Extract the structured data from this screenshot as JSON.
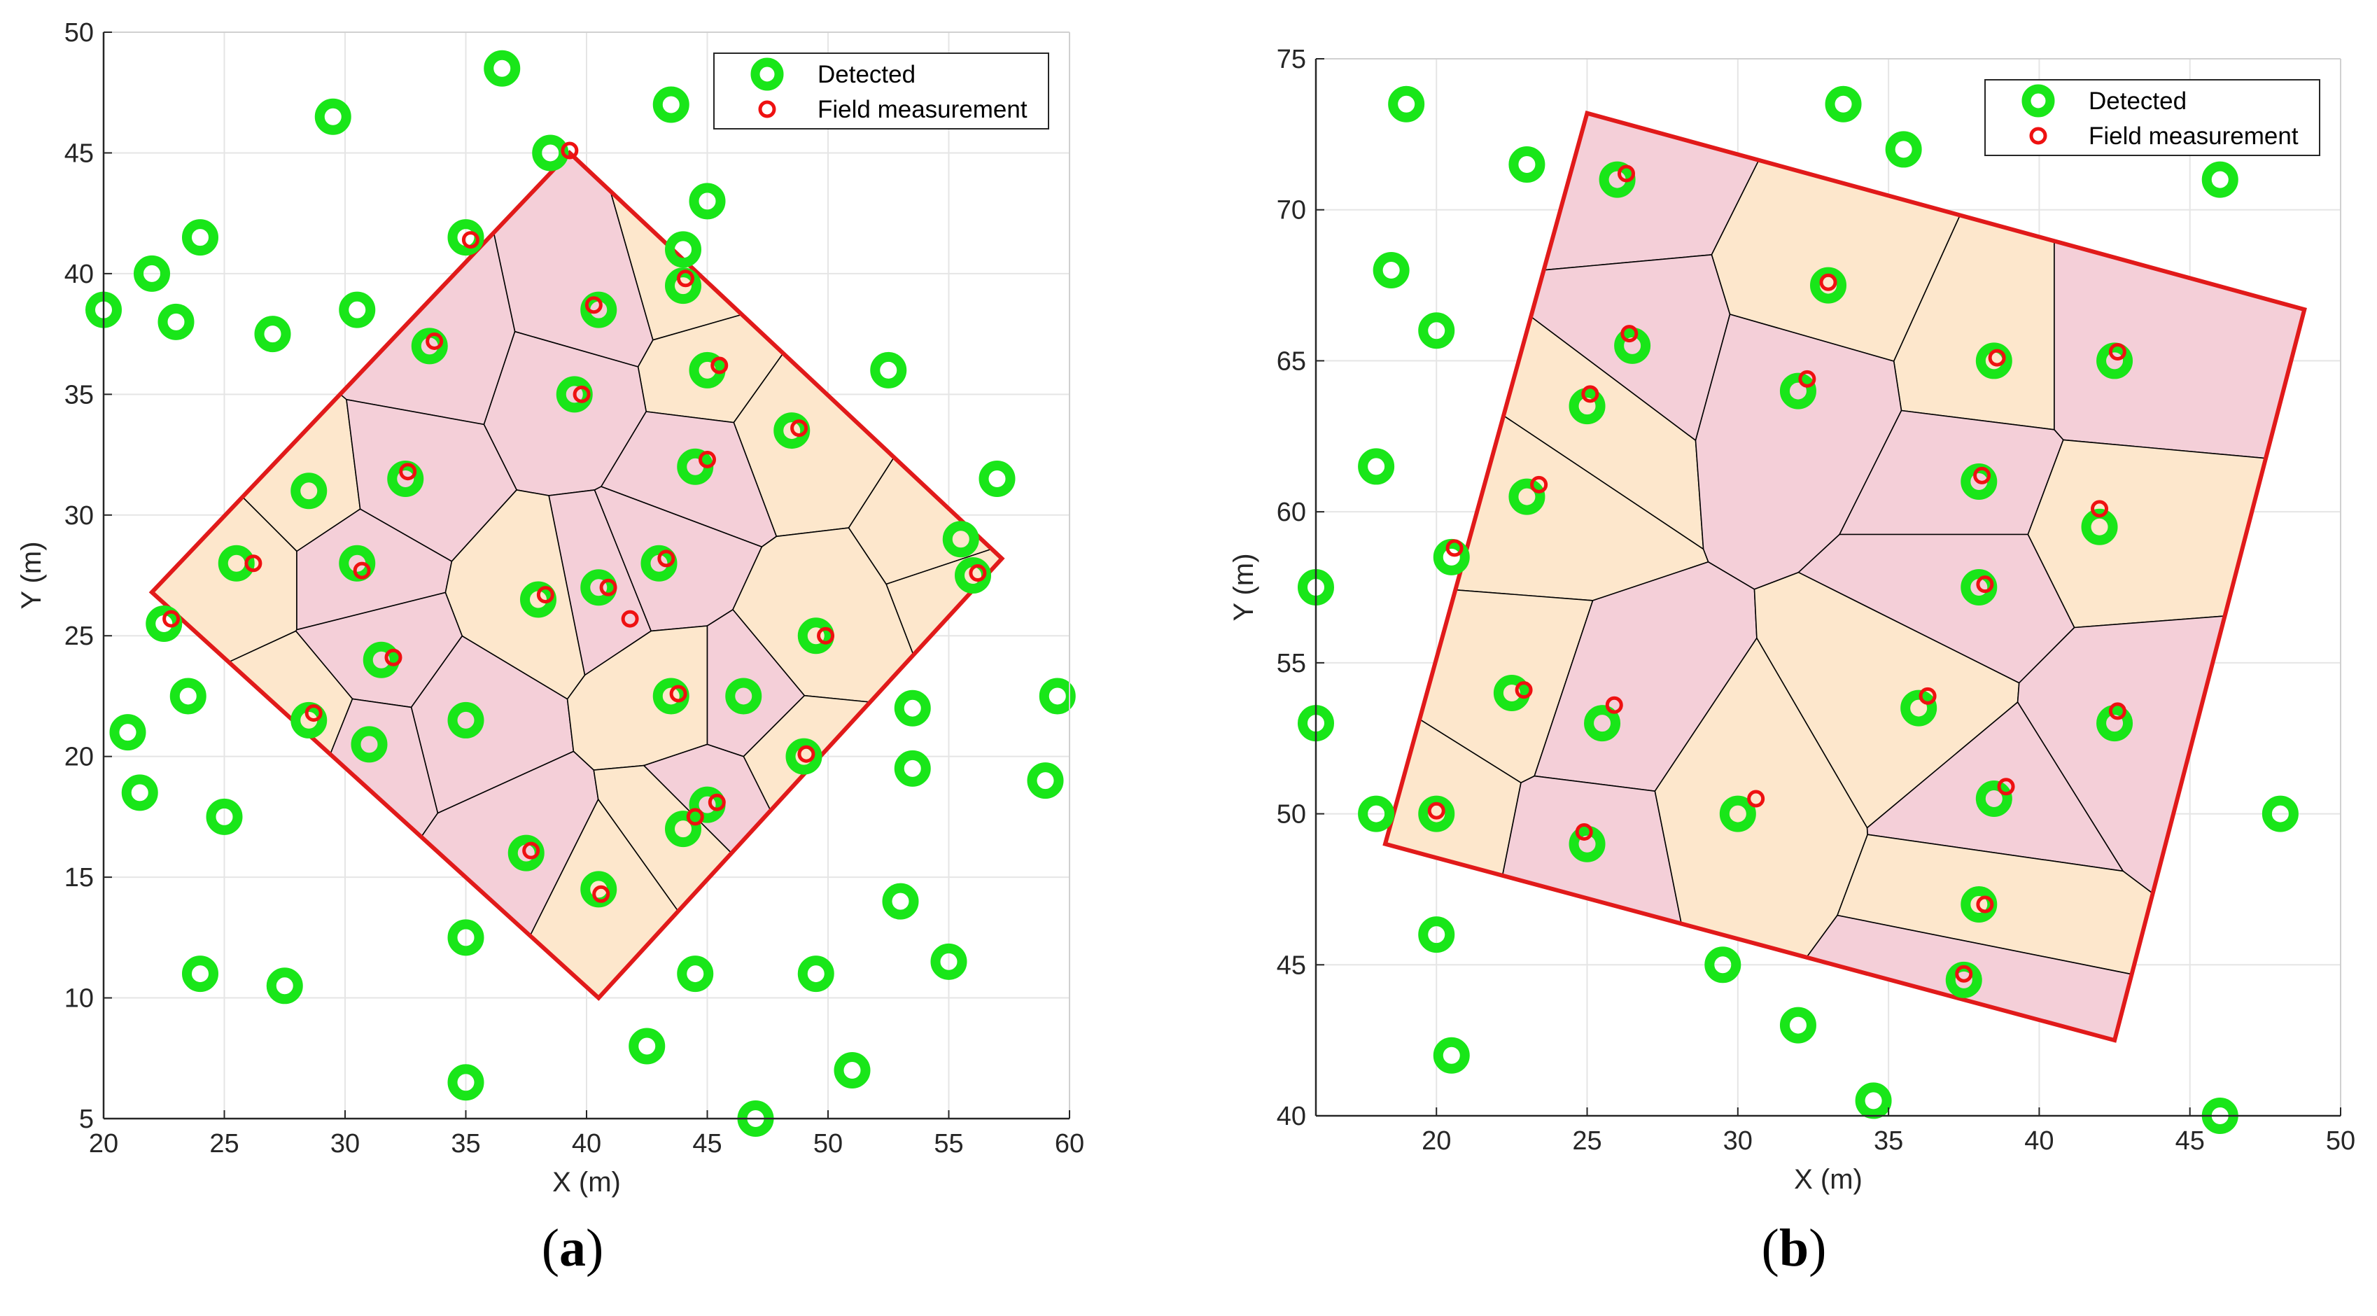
{
  "colors": {
    "detected": "#19e619",
    "field": "#ee1111",
    "boundary": "#e11a1a",
    "cell_edge": "#000000",
    "grid": "#e5e5e5",
    "cell_fills": [
      "#f4cfd8",
      "#c6e1f1",
      "#dce9cc",
      "#fde7cc",
      "#ead8ea",
      "#d4f1fa",
      "#fadccf"
    ]
  },
  "chart_data": [
    {
      "type": "scatter",
      "panel_label": "a",
      "title": "",
      "xlabel": "X (m)",
      "ylabel": "Y (m)",
      "xlim": [
        20,
        60
      ],
      "ylim": [
        5,
        50
      ],
      "xticks": [
        "20",
        "25",
        "30",
        "35",
        "40",
        "45",
        "50",
        "55",
        "60"
      ],
      "yticks": [
        "5",
        "10",
        "15",
        "20",
        "25",
        "30",
        "35",
        "40",
        "45",
        "50"
      ],
      "grid": true,
      "legend_position": "top-right",
      "boundary": [
        [
          22,
          26.8
        ],
        [
          39.3,
          45
        ],
        [
          57.2,
          28.2
        ],
        [
          40.5,
          10
        ]
      ],
      "series": [
        {
          "name": "Detected",
          "marker": "ring",
          "points": [
            [
              36.5,
              48.5
            ],
            [
              29.5,
              46.5
            ],
            [
              43.5,
              47
            ],
            [
              38.5,
              45
            ],
            [
              45,
              43
            ],
            [
              35,
              41.5
            ],
            [
              44,
              41
            ],
            [
              24,
              41.5
            ],
            [
              22,
              40
            ],
            [
              20,
              38.5
            ],
            [
              23,
              38
            ],
            [
              27,
              37.5
            ],
            [
              30.5,
              38.5
            ],
            [
              40.5,
              38.5
            ],
            [
              44,
              39.5
            ],
            [
              33.5,
              37
            ],
            [
              45,
              36
            ],
            [
              39.5,
              35
            ],
            [
              52.5,
              36
            ],
            [
              48.5,
              33.5
            ],
            [
              44.5,
              32
            ],
            [
              57,
              31.5
            ],
            [
              28.5,
              31
            ],
            [
              32.5,
              31.5
            ],
            [
              25.5,
              28
            ],
            [
              30.5,
              28
            ],
            [
              55.5,
              29
            ],
            [
              40.5,
              27
            ],
            [
              38,
              26.5
            ],
            [
              43,
              28
            ],
            [
              56,
              27.5
            ],
            [
              22.5,
              25.5
            ],
            [
              31.5,
              24
            ],
            [
              49.5,
              25
            ],
            [
              23.5,
              22.5
            ],
            [
              35,
              21.5
            ],
            [
              28.5,
              21.5
            ],
            [
              31,
              20.5
            ],
            [
              43.5,
              22.5
            ],
            [
              46.5,
              22.5
            ],
            [
              53.5,
              22
            ],
            [
              59.5,
              22.5
            ],
            [
              21,
              21
            ],
            [
              21.5,
              18.5
            ],
            [
              25,
              17.5
            ],
            [
              49,
              20
            ],
            [
              53.5,
              19.5
            ],
            [
              59,
              19
            ],
            [
              37.5,
              16
            ],
            [
              44,
              17
            ],
            [
              45,
              18
            ],
            [
              40.5,
              14.5
            ],
            [
              53,
              14
            ],
            [
              35,
              12.5
            ],
            [
              24,
              11
            ],
            [
              27.5,
              10.5
            ],
            [
              44.5,
              11
            ],
            [
              49.5,
              11
            ],
            [
              55,
              11.5
            ],
            [
              42.5,
              8
            ],
            [
              51,
              7
            ],
            [
              35,
              6.5
            ],
            [
              47,
              5
            ]
          ]
        },
        {
          "name": "Field measurement",
          "marker": "ring",
          "points": [
            [
              39.3,
              45.1
            ],
            [
              35.2,
              41.4
            ],
            [
              44.1,
              39.8
            ],
            [
              40.3,
              38.7
            ],
            [
              33.7,
              37.2
            ],
            [
              45.5,
              36.2
            ],
            [
              39.8,
              35
            ],
            [
              48.8,
              33.6
            ],
            [
              45,
              32.3
            ],
            [
              32.6,
              31.8
            ],
            [
              26.2,
              28
            ],
            [
              30.7,
              27.7
            ],
            [
              43.3,
              28.2
            ],
            [
              38.3,
              26.7
            ],
            [
              40.9,
              27
            ],
            [
              56.2,
              27.6
            ],
            [
              41.8,
              25.7
            ],
            [
              22.8,
              25.7
            ],
            [
              32,
              24.1
            ],
            [
              49.9,
              25
            ],
            [
              43.8,
              22.6
            ],
            [
              28.7,
              21.8
            ],
            [
              49.1,
              20.1
            ],
            [
              37.7,
              16.1
            ],
            [
              45.4,
              18.1
            ],
            [
              44.5,
              17.5
            ],
            [
              40.6,
              14.3
            ]
          ]
        }
      ]
    },
    {
      "type": "scatter",
      "panel_label": "b",
      "title": "",
      "xlabel": "X (m)",
      "ylabel": "Y (m)",
      "xlim": [
        16,
        50
      ],
      "ylim": [
        40,
        75
      ],
      "xticks": [
        "20",
        "25",
        "30",
        "35",
        "40",
        "45",
        "50"
      ],
      "yticks": [
        "40",
        "45",
        "50",
        "55",
        "60",
        "65",
        "70",
        "75"
      ],
      "grid": true,
      "legend_position": "top-right",
      "boundary": [
        [
          25,
          73.2
        ],
        [
          48.8,
          66.7
        ],
        [
          42.5,
          42.5
        ],
        [
          18.3,
          49
        ]
      ],
      "series": [
        {
          "name": "Detected",
          "marker": "ring",
          "points": [
            [
              19,
              73.5
            ],
            [
              33.5,
              73.5
            ],
            [
              35.5,
              72
            ],
            [
              23,
              71.5
            ],
            [
              26,
              71
            ],
            [
              46,
              71
            ],
            [
              18.5,
              68
            ],
            [
              33,
              67.5
            ],
            [
              20,
              66
            ],
            [
              26.5,
              65.5
            ],
            [
              38.5,
              65
            ],
            [
              42.5,
              65
            ],
            [
              25,
              63.5
            ],
            [
              32,
              64
            ],
            [
              18,
              61.5
            ],
            [
              23,
              60.5
            ],
            [
              38,
              61
            ],
            [
              42,
              59.5
            ],
            [
              16,
              57.5
            ],
            [
              20.5,
              58.5
            ],
            [
              38,
              57.5
            ],
            [
              22.5,
              54
            ],
            [
              16,
              53
            ],
            [
              25.5,
              53
            ],
            [
              36,
              53.5
            ],
            [
              42.5,
              53
            ],
            [
              18,
              50
            ],
            [
              20,
              50
            ],
            [
              25,
              49
            ],
            [
              30,
              50
            ],
            [
              38.5,
              50.5
            ],
            [
              48,
              50
            ],
            [
              38,
              47
            ],
            [
              20,
              46
            ],
            [
              29.5,
              45
            ],
            [
              37.5,
              44.5
            ],
            [
              32,
              43
            ],
            [
              20.5,
              42
            ],
            [
              34.5,
              40.5
            ],
            [
              46,
              40
            ]
          ]
        },
        {
          "name": "Field measurement",
          "marker": "ring",
          "points": [
            [
              26.3,
              71.2
            ],
            [
              33,
              67.6
            ],
            [
              26.4,
              65.9
            ],
            [
              38.6,
              65.1
            ],
            [
              42.6,
              65.3
            ],
            [
              25.1,
              63.9
            ],
            [
              32.3,
              64.4
            ],
            [
              23.4,
              60.9
            ],
            [
              38.1,
              61.2
            ],
            [
              42,
              60.1
            ],
            [
              20.6,
              58.8
            ],
            [
              38.2,
              57.6
            ],
            [
              22.9,
              54.1
            ],
            [
              25.9,
              53.6
            ],
            [
              36.3,
              53.9
            ],
            [
              42.6,
              53.4
            ],
            [
              20,
              50.1
            ],
            [
              30.6,
              50.5
            ],
            [
              38.9,
              50.9
            ],
            [
              24.9,
              49.4
            ],
            [
              38.2,
              47
            ],
            [
              37.5,
              44.7
            ]
          ]
        }
      ]
    }
  ]
}
